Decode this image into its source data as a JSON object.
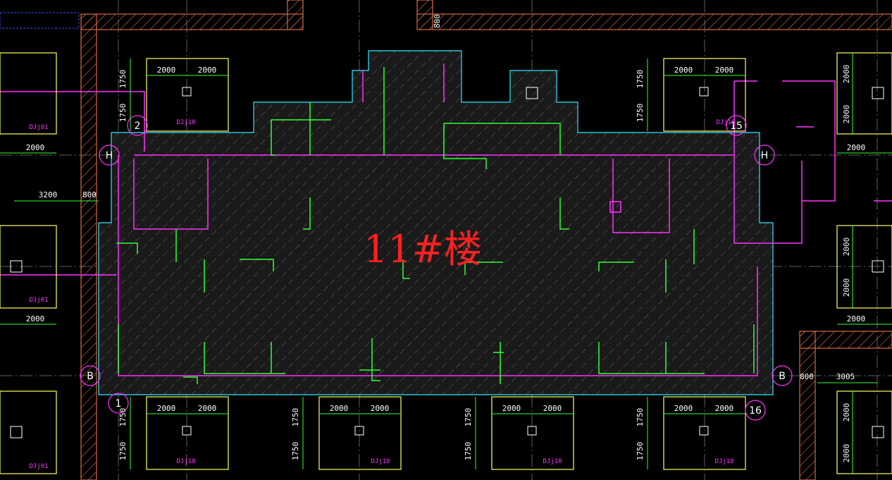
{
  "building_label": "11#楼",
  "colors": {
    "background": "#000000",
    "slab_outline": "#33e6ff",
    "grid_line": "#7a7a7a",
    "wall": "#33ff33",
    "beam": "#ff33ff",
    "footing": "#ffff66",
    "retaining": "#ff7f50",
    "dimension": "#33ff33",
    "text": "#ffffff",
    "label": "#ff2020"
  },
  "axes": {
    "a1": "1",
    "a2": "2",
    "a15": "15",
    "a16": "16",
    "aH_left": "H",
    "aH_right": "H",
    "aB_left": "B",
    "aB_right": "B"
  },
  "dims": {
    "d800_top": "800",
    "d2000": "2000",
    "d1750": "1750",
    "d3200": "3200",
    "d800_left": "800",
    "d800_right": "800",
    "d3005": "3005"
  },
  "footing_tags": {
    "dj01": "DJj01",
    "dj10": "DJj10"
  }
}
